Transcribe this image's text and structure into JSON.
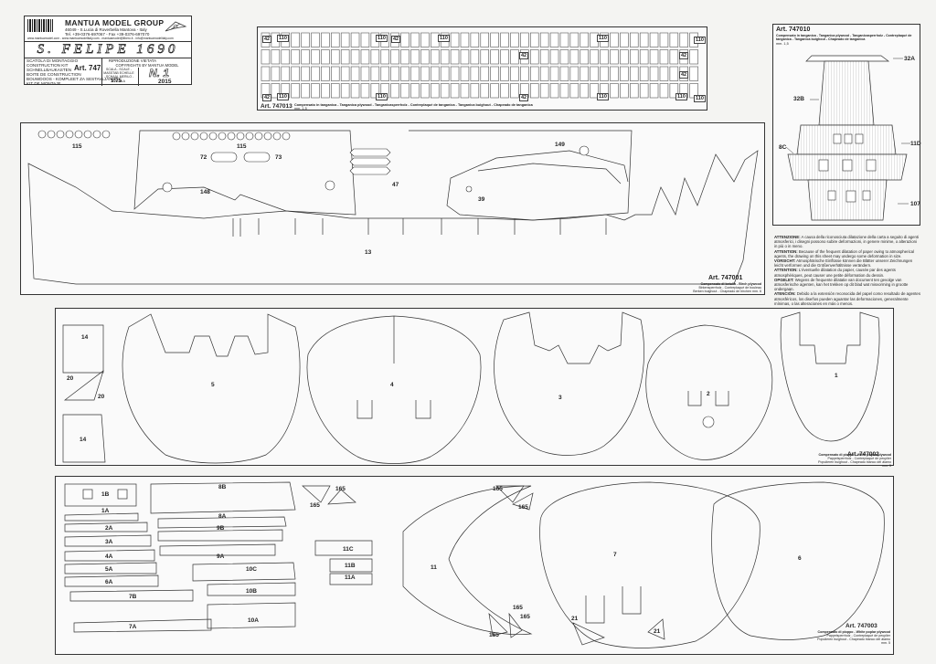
{
  "title_block": {
    "company": "MANTUA MODEL GROUP",
    "address": "46049 - S.Lucia di Roverbella Mantova - Italy",
    "contacts": "Tel. +39-0376-697067 - Fax +39-0376-697070",
    "web": "www.mantuamodel.com - www.mantuamodelitaly.com - mantuamodel@libero.it - info@mantuamodelitaly.com",
    "ship_name": "S. FELIPE 1690",
    "kit_labels": [
      "SCATOLA DI MONTAGGIO",
      "CONSTRUCTION KIT",
      "SCHNELLBAUKASTEN",
      "BOITE DE CONSTRUCTION",
      "BOUWDOOS - KOMPLEET ZA SESTAVLJANJE",
      "KIT DE MONTAJE"
    ],
    "art": "Art. 747",
    "copyright_1": "RIPRODUZIONE VIETATA",
    "copyright_2": "COPYRIGHTS BY MANTUA MODEL",
    "scale_labels": "SCALA - SCALE - MASSTAB ECHELLE - SCHAAL MERILO - ESCALA",
    "scale": "1:75",
    "sheet_no": "N. 1",
    "year": "2015"
  },
  "panels": {
    "tanganica_strip": {
      "art": "Art. 747013",
      "desc": "Compensato in tanganica - Tanganica plywood - Tanganicasperrholz - Contreplaqué de tanganica - Tanganica buighout - Chapeado de tanganica",
      "thickness": "mm. 1,5",
      "cell_labels": [
        "42",
        "110",
        "110",
        "42",
        "110",
        "110",
        "110",
        "42",
        "42",
        "42",
        "110",
        "42",
        "110",
        "42",
        "110",
        "110",
        "110"
      ]
    },
    "stern_panel": {
      "art": "Art. 747010",
      "desc": "Compensato in tanganica - Tanganica plywood - Tanganicasperrholz - Contreplaqué de tanganica - Tanganica buighout - Chapeado de tanganica",
      "thickness": "mm. 1,5",
      "labels": [
        "32A",
        "32B",
        "11D",
        "8C",
        "107"
      ]
    },
    "birch_panel": {
      "art": "Art. 747001",
      "desc_1": "Compensato di betulla - Birch plywood",
      "desc_2": "Birkensperrholz - Contreplaqué de bouleau",
      "desc_3": "Berken buighout - Chapeado de birchen",
      "thickness": "mm. 6",
      "labels": [
        "115",
        "115",
        "72",
        "73",
        "148",
        "47",
        "149",
        "39",
        "13"
      ]
    },
    "poplar_panel_1": {
      "art": "Art. 747002",
      "desc_1": "Compensato di pioppo - White poplar plywood",
      "desc_2": "Pappelsperrholz - Contreplaqué de peuplier",
      "desc_3": "Populieren buighout - Chapeado blanco del álamo",
      "thickness": "mm. 5",
      "labels": [
        "14",
        "20",
        "20",
        "14",
        "5",
        "4",
        "3",
        "2",
        "1"
      ]
    },
    "poplar_panel_2": {
      "art": "Art. 747003",
      "desc_1": "Compensato di pioppo - White poplar plywood",
      "desc_2": "Pappelsperrholz - Contreplaqué de peuplier",
      "desc_3": "Populieren buighout - Chapeado blanco del álamo",
      "thickness": "mm. 5",
      "labels": [
        "1B",
        "1A",
        "2A",
        "3A",
        "4A",
        "5A",
        "6A",
        "7B",
        "7A",
        "8B",
        "8A",
        "9B",
        "9A",
        "10C",
        "10B",
        "10A",
        "165",
        "165",
        "165",
        "165",
        "11C",
        "11B",
        "11A",
        "11",
        "7",
        "6",
        "165",
        "165",
        "21",
        "21",
        "165"
      ]
    }
  },
  "notice": [
    {
      "lang": "ATTENZIONE:",
      "text": "A causa della riconosciuta dilatazione della carta a seguito di agenti atmosferici, i disegni possono subire deformazioni, in genere minime, o alterazioni in più o in meno."
    },
    {
      "lang": "ATTENTION:",
      "text": "Because of the frequent dilatation of paper owing to atmospherical agents, the drawing on this sheet may undergo some deformation in size."
    },
    {
      "lang": "VORSICHT:",
      "text": "Atmosphärische Einflüsse können die Blätter unserer Zeichnungen leicht verformen und die Größenverhältnisse verändern."
    },
    {
      "lang": "ATTENTION:",
      "text": "L'éventuelle dilatation du papier, causée par des agents atmosphériques, peut causer une petite déformation du dessin."
    },
    {
      "lang": "OPGELET:",
      "text": "Wegens de frequente dilatatie van document ten gevolge van atmosferische agenten, kan het trekken op dit blad wat misvorming in grootte ondergaan."
    },
    {
      "lang": "ATENCIÓN:",
      "text": "Debido a la extensión reconocida del papel como resultado de agentes atmosféricos, los diseños pueden aguantar las deformaciones, generalmente mínimas, o las alteraciones en más o menos."
    }
  ]
}
